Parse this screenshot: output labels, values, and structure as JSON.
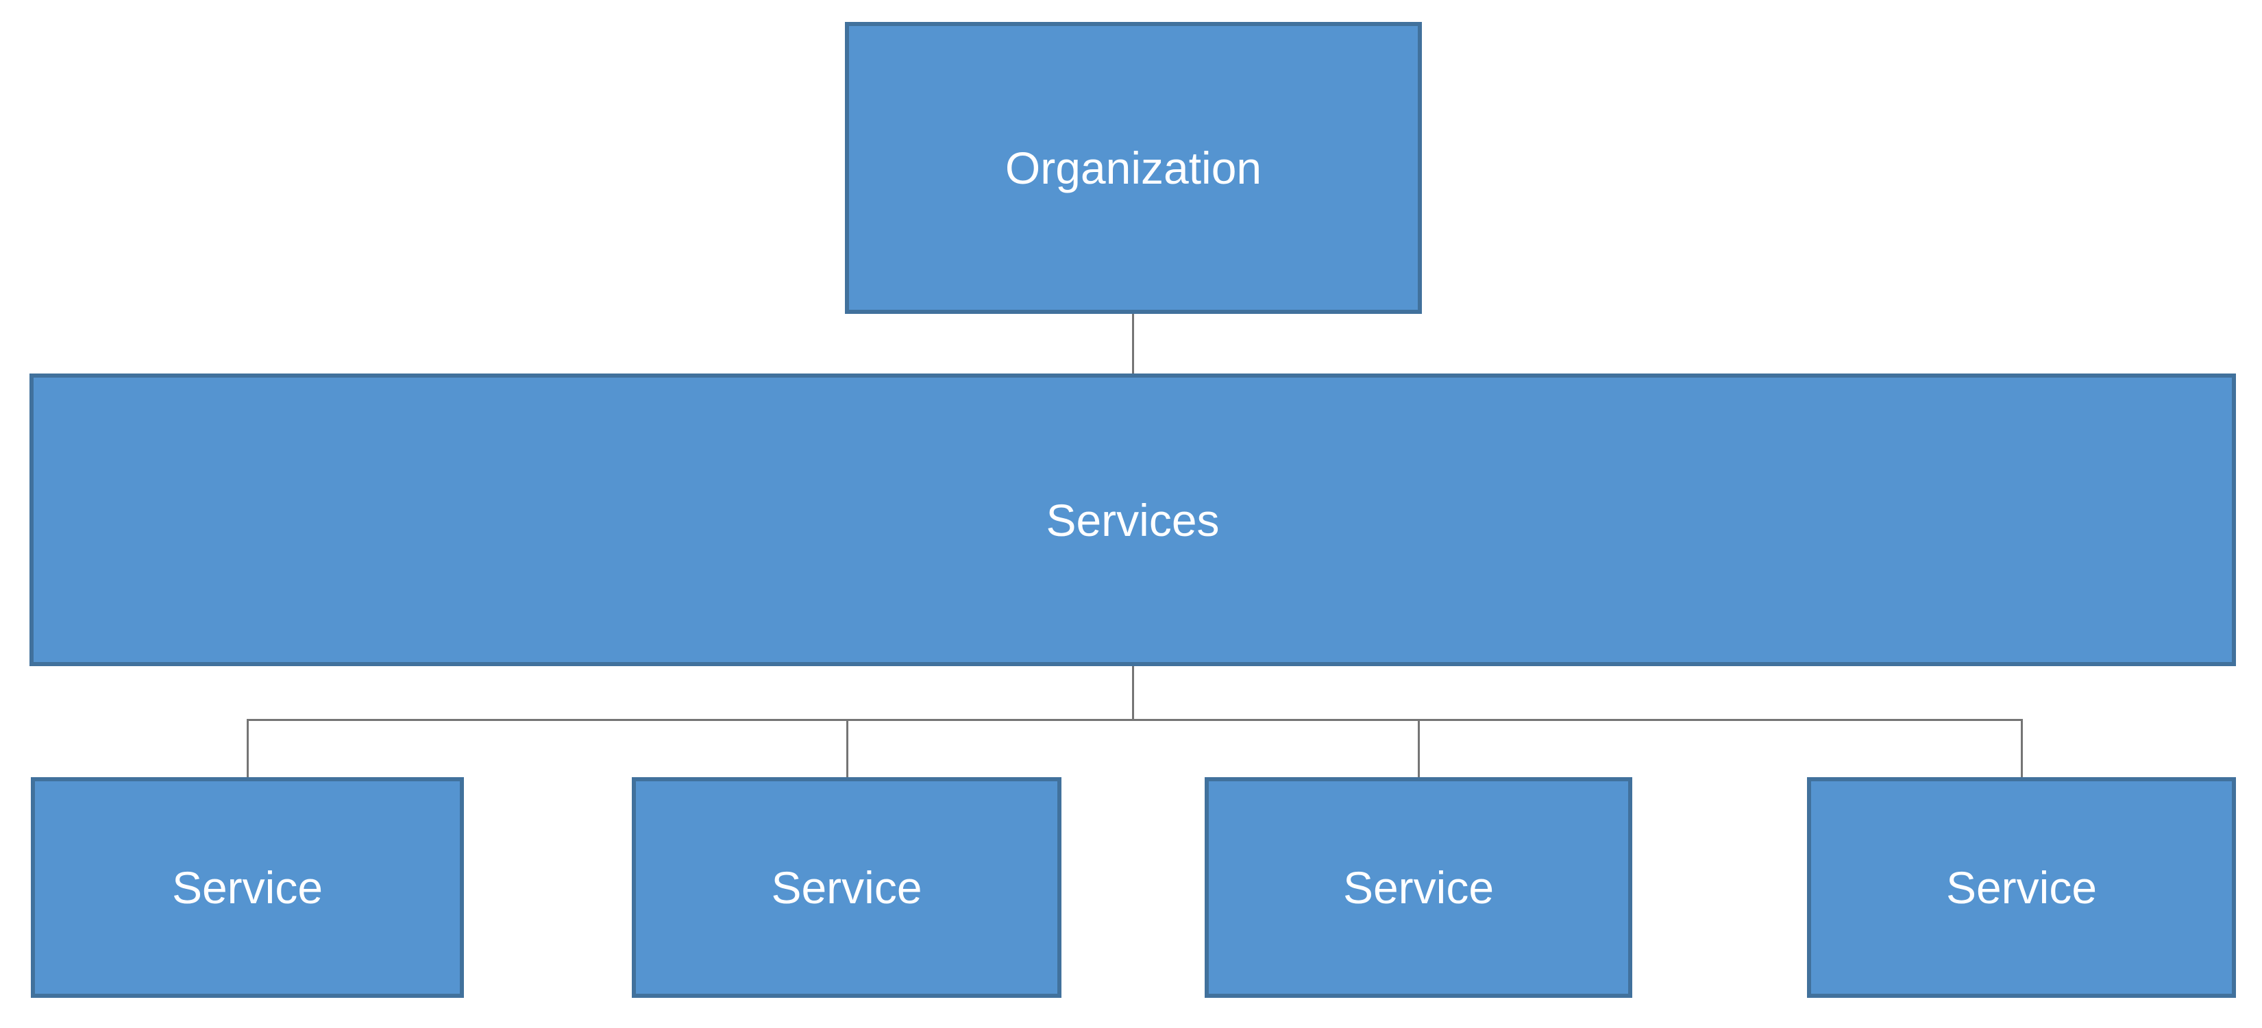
{
  "diagram": {
    "type": "org-chart",
    "organization": {
      "label": "Organization"
    },
    "services": {
      "label": "Services"
    },
    "service_nodes": [
      {
        "label": "Service"
      },
      {
        "label": "Service"
      },
      {
        "label": "Service"
      },
      {
        "label": "Service"
      }
    ],
    "colors": {
      "node_fill": "#5594d0",
      "node_border": "#41719c",
      "connector": "#757575",
      "label_text": "#ffffff",
      "background": "#ffffff"
    }
  }
}
